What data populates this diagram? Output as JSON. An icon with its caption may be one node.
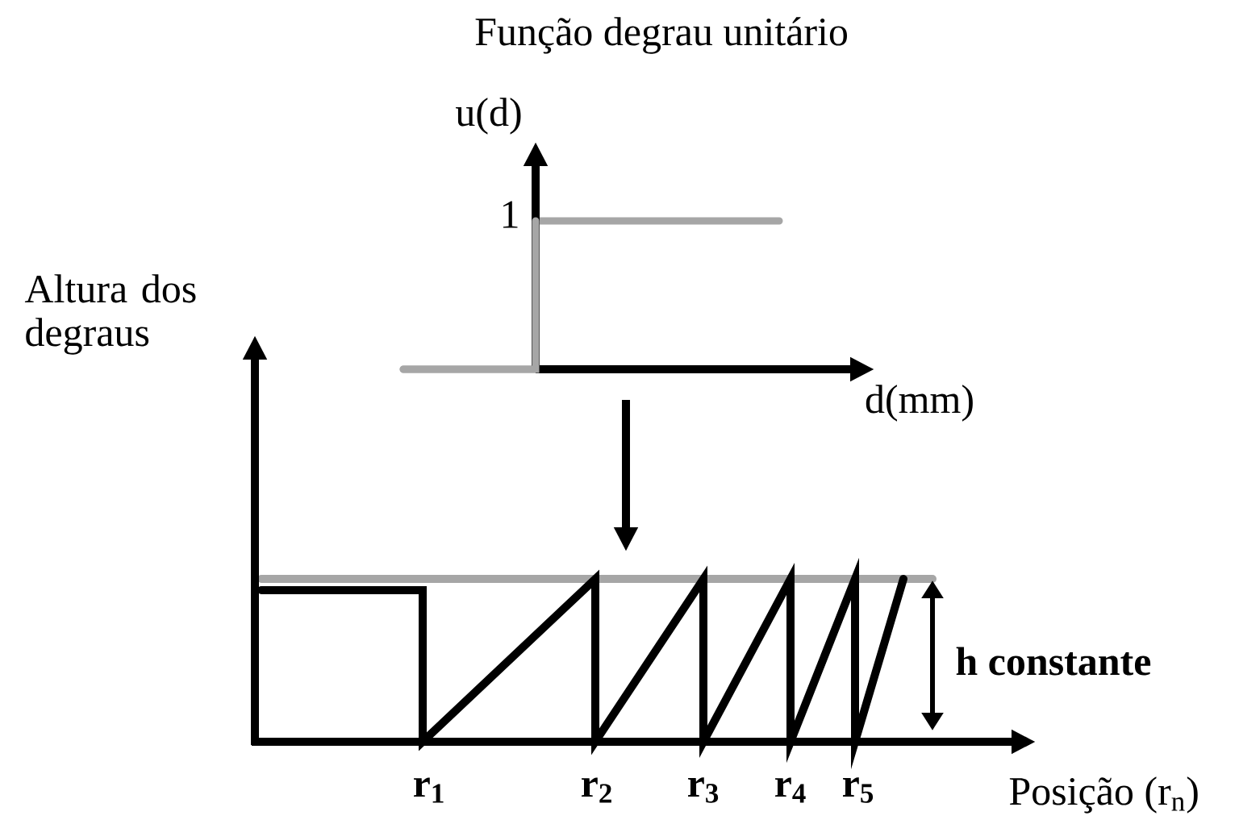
{
  "diagram": {
    "title": "Função degrau unitário",
    "labels": [
      "u(d)",
      "1",
      "d(mm)",
      "Altura dos degraus",
      "h constante",
      "r$_{1}$",
      "r$_{2}$",
      "r$_{3}$",
      "r$_{4}$",
      "r$_{5}$",
      "Posição (r$_{n}$)"
    ]
  }
}
